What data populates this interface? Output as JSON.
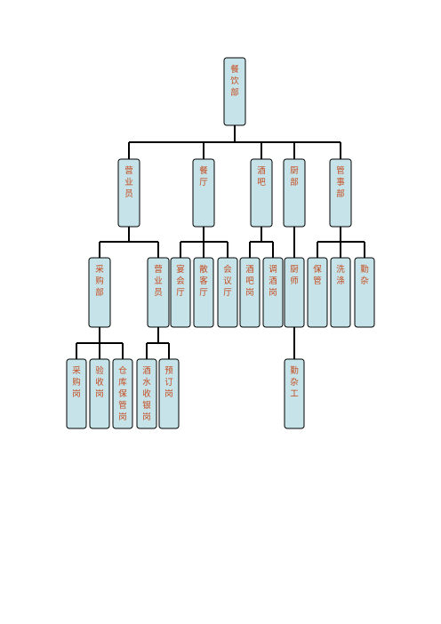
{
  "colors": {
    "box_fill": "#c5e3e8",
    "box_border": "#000000",
    "text": "#c64a1d",
    "connector": "#000000"
  },
  "nodes": [
    {
      "id": "dining-dept",
      "label": "餐饮部"
    },
    {
      "id": "sales-clerk",
      "label": "营业员"
    },
    {
      "id": "restaurant",
      "label": "餐厅"
    },
    {
      "id": "bar",
      "label": "酒吧"
    },
    {
      "id": "kitchen",
      "label": "厨部"
    },
    {
      "id": "stewarding",
      "label": "管事部"
    },
    {
      "id": "purchasing-dept",
      "label": "采购部"
    },
    {
      "id": "sales-clerk-sub",
      "label": "营业员"
    },
    {
      "id": "banquet-hall",
      "label": "宴会厅"
    },
    {
      "id": "guest-hall",
      "label": "散客厅"
    },
    {
      "id": "meeting-hall",
      "label": "会议厅"
    },
    {
      "id": "bartender-post",
      "label": "酒吧岗"
    },
    {
      "id": "mixology-post",
      "label": "调酒岗"
    },
    {
      "id": "chef",
      "label": "厨师"
    },
    {
      "id": "storage",
      "label": "保管"
    },
    {
      "id": "washing",
      "label": "洗涤"
    },
    {
      "id": "odd-jobs",
      "label": "勤杂"
    },
    {
      "id": "purchasing-post",
      "label": "采购岗"
    },
    {
      "id": "inspection-post",
      "label": "验收岗"
    },
    {
      "id": "warehouse-post",
      "label": "仓库保管岗"
    },
    {
      "id": "drinks-cashier-post",
      "label": "酒水收银岗"
    },
    {
      "id": "booking-post",
      "label": "预订岗"
    },
    {
      "id": "odd-job-worker",
      "label": "勤杂工"
    }
  ],
  "edges": [
    [
      "dining-dept",
      "sales-clerk"
    ],
    [
      "dining-dept",
      "restaurant"
    ],
    [
      "dining-dept",
      "bar"
    ],
    [
      "dining-dept",
      "kitchen"
    ],
    [
      "dining-dept",
      "stewarding"
    ],
    [
      "sales-clerk",
      "purchasing-dept"
    ],
    [
      "sales-clerk",
      "sales-clerk-sub"
    ],
    [
      "restaurant",
      "banquet-hall"
    ],
    [
      "restaurant",
      "guest-hall"
    ],
    [
      "restaurant",
      "meeting-hall"
    ],
    [
      "bar",
      "bartender-post"
    ],
    [
      "bar",
      "mixology-post"
    ],
    [
      "kitchen",
      "chef"
    ],
    [
      "stewarding",
      "storage"
    ],
    [
      "stewarding",
      "washing"
    ],
    [
      "stewarding",
      "odd-jobs"
    ],
    [
      "purchasing-dept",
      "purchasing-post"
    ],
    [
      "purchasing-dept",
      "inspection-post"
    ],
    [
      "purchasing-dept",
      "warehouse-post"
    ],
    [
      "sales-clerk-sub",
      "drinks-cashier-post"
    ],
    [
      "sales-clerk-sub",
      "booking-post"
    ],
    [
      "chef",
      "odd-job-worker"
    ]
  ]
}
